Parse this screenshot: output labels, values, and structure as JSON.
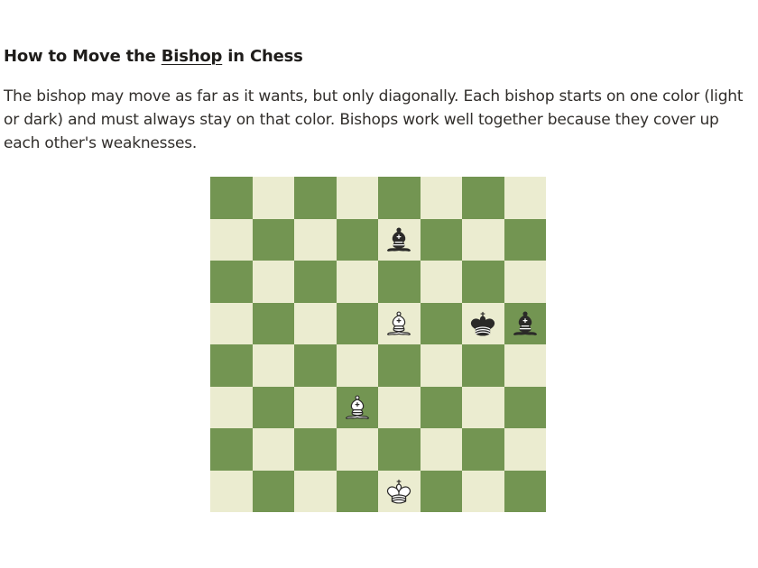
{
  "article": {
    "title_prefix": "How to Move the ",
    "title_link": "Bishop",
    "title_suffix": " in Chess",
    "paragraph": "The bishop may move as far as it wants, but only diagonally. Each bishop starts on one color (light or dark) and must always stay on that color. Bishops work well together because they cover up each other's weaknesses."
  },
  "board": {
    "light_color": "#ebecd0",
    "dark_color": "#739552",
    "pieces": [
      {
        "square": "e7",
        "piece": "bishop",
        "color": "black",
        "icon": "black-bishop-icon"
      },
      {
        "square": "e5",
        "piece": "bishop",
        "color": "white",
        "icon": "white-bishop-icon"
      },
      {
        "square": "g5",
        "piece": "king",
        "color": "black",
        "icon": "black-king-icon"
      },
      {
        "square": "h5",
        "piece": "bishop",
        "color": "black",
        "icon": "black-bishop-icon"
      },
      {
        "square": "d3",
        "piece": "bishop",
        "color": "white",
        "icon": "white-bishop-icon"
      },
      {
        "square": "e1",
        "piece": "king",
        "color": "white",
        "icon": "white-king-icon"
      }
    ]
  }
}
